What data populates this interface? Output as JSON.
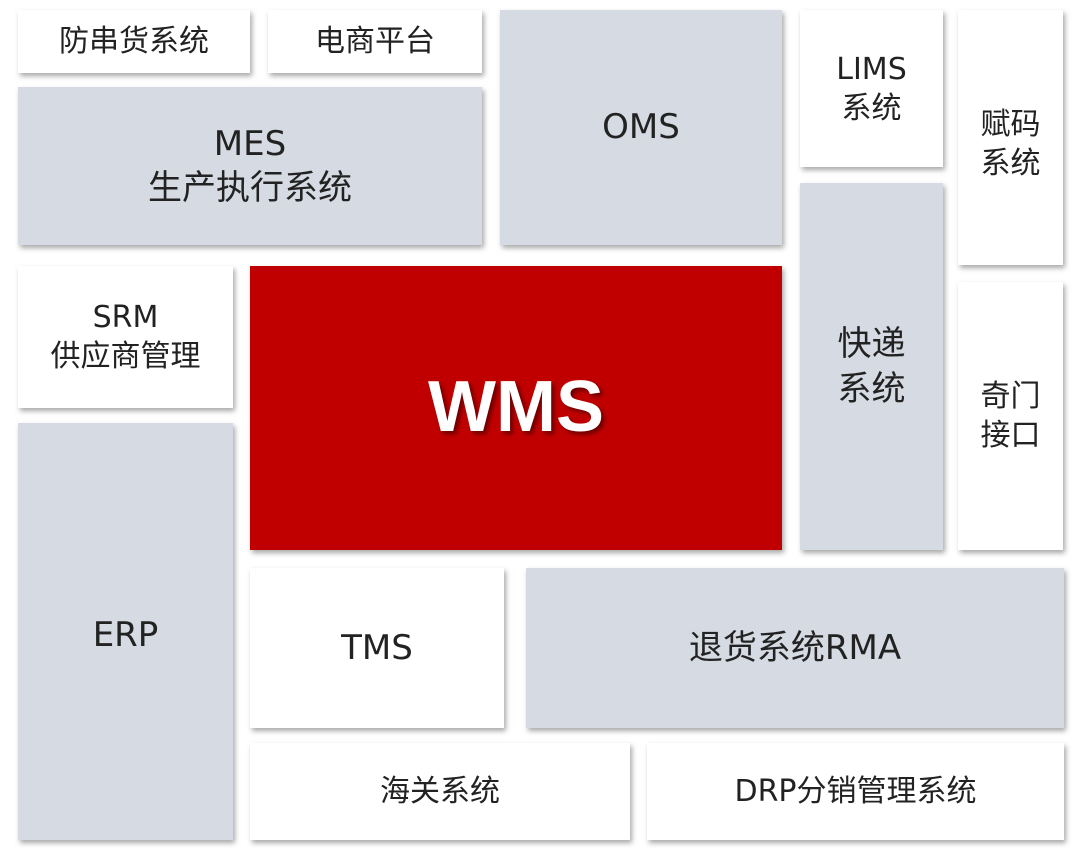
{
  "tiles": {
    "anti_crossing": {
      "lines": [
        "防串货系统"
      ]
    },
    "ecommerce": {
      "lines": [
        "电商平台"
      ]
    },
    "mes": {
      "lines": [
        "MES",
        "生产执行系统"
      ]
    },
    "oms": {
      "lines": [
        "OMS"
      ]
    },
    "lims": {
      "lines": [
        "LIMS",
        "系统"
      ]
    },
    "coding": {
      "lines": [
        "赋码",
        "系统"
      ]
    },
    "srm": {
      "lines": [
        "SRM",
        "供应商管理"
      ]
    },
    "wms": {
      "lines": [
        "WMS"
      ]
    },
    "express": {
      "lines": [
        "快递",
        "系统"
      ]
    },
    "qimen": {
      "lines": [
        "奇门",
        "接口"
      ]
    },
    "erp": {
      "lines": [
        "ERP"
      ]
    },
    "tms": {
      "lines": [
        "TMS"
      ]
    },
    "rma": {
      "lines": [
        "退货系统RMA"
      ]
    },
    "customs": {
      "lines": [
        "海关系统"
      ]
    },
    "drp": {
      "lines": [
        "DRP分销管理系统"
      ]
    }
  },
  "colors": {
    "core": "#c00000",
    "gray_tile": "#d5dae3",
    "white_tile": "#ffffff",
    "text": "#222222"
  }
}
